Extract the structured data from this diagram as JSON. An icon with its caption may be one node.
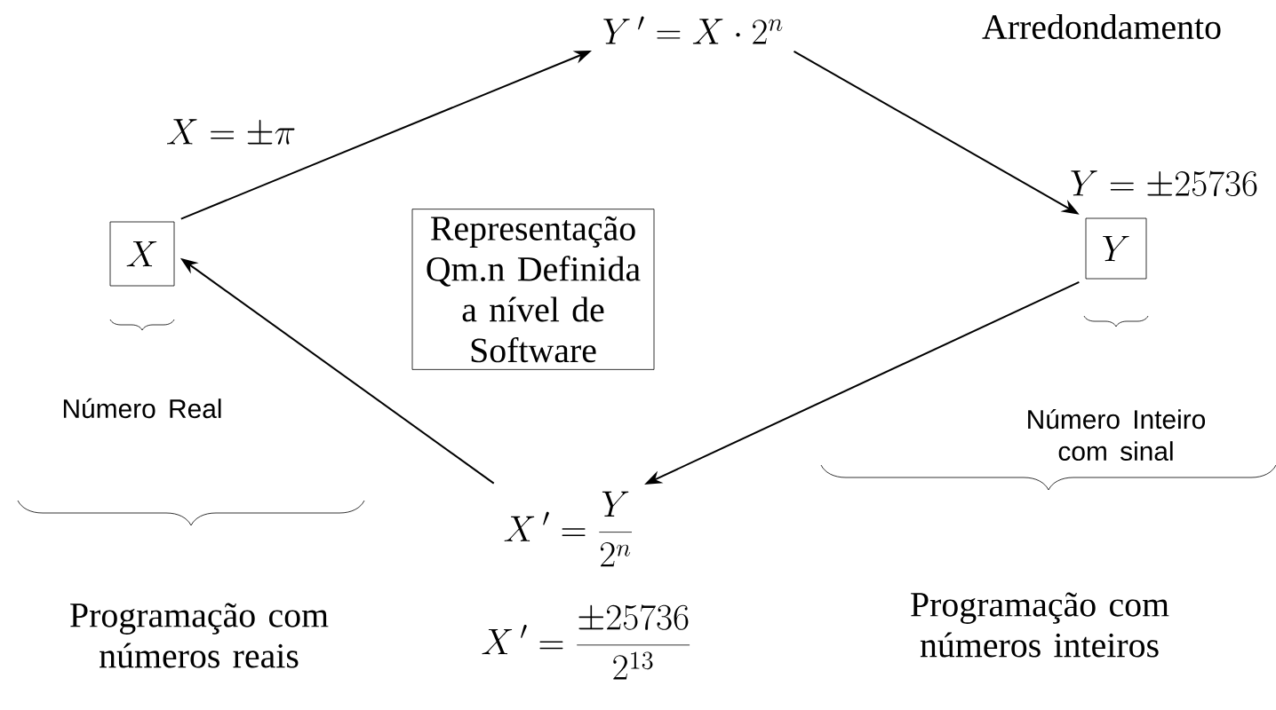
{
  "diagram": {
    "nodes": [
      {
        "text": [
          "X"
        ]
      },
      {
        "text": [
          "Representação Qm.n Definida a nível de Software"
        ]
      },
      {
        "text": [
          "Y"
        ],
        "beside": [
          "Y = \\pm 25736"
        ]
      },
      {
        "text": [
          "Y\\,' = X \\cdot 2^{n}"
        ]
      },
      {
        "text": [
          "X\\,' = \\frac{Y}{2^{n}}"
        ],
        "beside": [
          "X\\,' = \\frac{\\pm 25736}{2^{13}}"
        ]
      }
    ],
    "edges": [
      {
        "from": 0,
        "to": 3,
        "arrow": "to",
        "label": "X = \\pm \\pi"
      },
      {
        "from": 3,
        "to": 2,
        "arrow": "to",
        "label": "Arredondamento"
      },
      {
        "from": 2,
        "to": 4,
        "arrow": "to"
      },
      {
        "from": 4,
        "to": 0,
        "arrow": "to"
      }
    ],
    "labels": [
      "Número Real",
      "Número Inteiro com sinal",
      "Programação com números reais",
      "Programação com números inteiros"
    ]
  }
}
